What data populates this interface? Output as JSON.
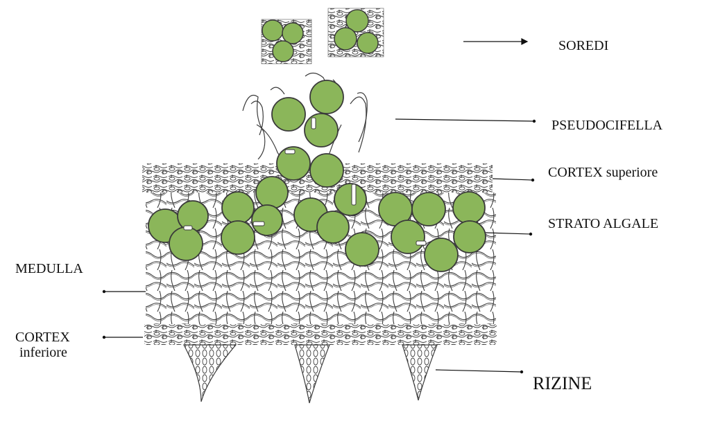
{
  "labels": {
    "soredi": "SOREDI",
    "pseudocifella": "PSEUDOCIFELLA",
    "cortex_superiore": "CORTEX superiore",
    "strato_algale": "STRATO ALGALE",
    "medulla": "MEDULLA",
    "cortex_inferiore_line1": "CORTEX",
    "cortex_inferiore_line2": "inferiore",
    "rizine": "RIZINE"
  },
  "colors": {
    "algae_fill": "#8bb65a",
    "algae_stroke": "#3a3a3a",
    "hyphae": "#3b3b3b",
    "background": "#ffffff",
    "frame": "#fbf3ea"
  }
}
